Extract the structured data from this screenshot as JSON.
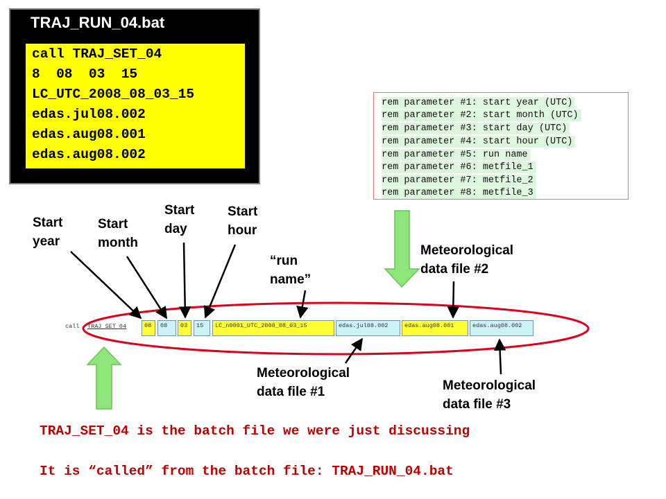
{
  "batch_panel": {
    "title": "TRAJ_RUN_04.bat",
    "lines": [
      "call TRAJ_SET_04",
      "8  08  03  15",
      "LC_UTC_2008_08_03_15",
      "edas.jul08.002",
      "edas.aug08.001",
      "edas.aug08.002"
    ]
  },
  "rem_panel": {
    "lines": [
      "rem parameter #1: start year (UTC)",
      "rem parameter #2: start month (UTC)",
      "rem parameter #3: start day (UTC)",
      "rem parameter #4: start hour (UTC)",
      "rem parameter #5: run name",
      "rem parameter #6: metfile_1",
      "rem parameter #7: metfile_2",
      "rem parameter #8: metfile_3"
    ]
  },
  "labels": {
    "start_year": "Start\nyear",
    "start_month": "Start\nmonth",
    "start_day": "Start\nday",
    "start_hour": "Start\nhour",
    "run_name": "“run\nname”",
    "met_file_1": "Meteorological\ndata file #1",
    "met_file_2": "Meteorological\ndata file #2",
    "met_file_3": "Meteorological\ndata file #3"
  },
  "command_line": {
    "call_text": "call",
    "set_text": "TRAJ SET 04",
    "fields": [
      "08",
      "08",
      "03",
      "15",
      "LC_n0001_UTC_2008_08_03_15",
      "edas.jul08.002",
      "edas.aug08.001",
      "edas.aug08.002"
    ]
  },
  "captions": {
    "line1": "TRAJ_SET_04 is the batch file we were just discussing",
    "line2": "It is “called” from the batch file: TRAJ_RUN_04.bat"
  },
  "colors": {
    "highlight_yellow": "#ffff00",
    "panel_black": "#000000",
    "oval_red": "#e0001b",
    "arrow_green": "#8ee67a",
    "caption_red": "#c00000",
    "field_cyan": "#ccf2f6"
  }
}
